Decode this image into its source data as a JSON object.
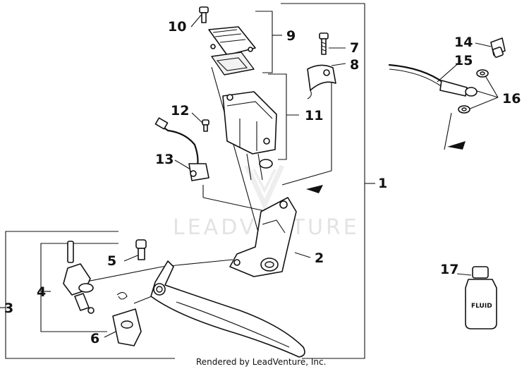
{
  "watermark": "LEADVENTURE",
  "credit": "Rendered by LeadVenture, Inc.",
  "fluid_label": "FLUID",
  "callouts": {
    "c1": "1",
    "c2": "2",
    "c3": "3",
    "c4": "4",
    "c5": "5",
    "c6": "6",
    "c7": "7",
    "c8": "8",
    "c9": "9",
    "c10": "10",
    "c11": "11",
    "c12": "12",
    "c13": "13",
    "c14": "14",
    "c15": "15",
    "c16": "16",
    "c17": "17"
  }
}
